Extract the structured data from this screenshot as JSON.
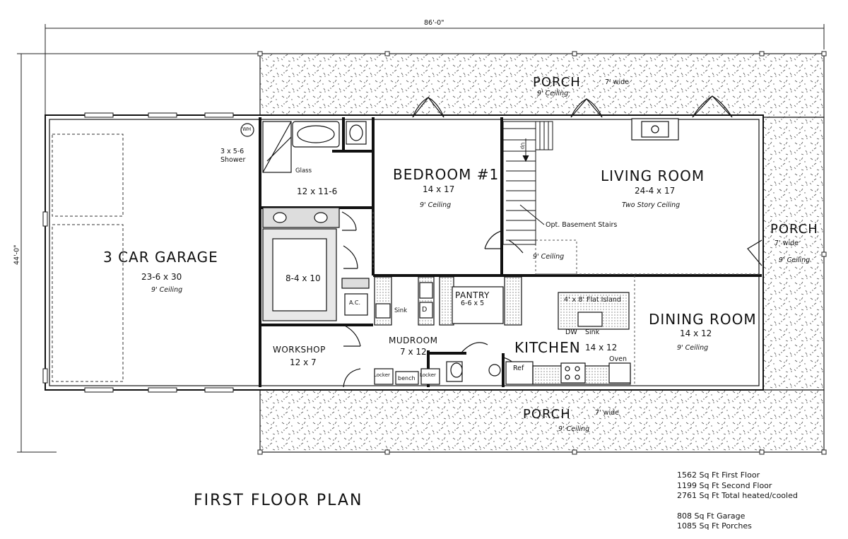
{
  "dims": {
    "width": "86'-0\"",
    "depth": "44'-0\""
  },
  "porch_top": {
    "name": "PORCH",
    "width_note": "7' wide",
    "ceiling": "9' Ceiling"
  },
  "porch_right": {
    "name": "PORCH",
    "width_note": "7' wide",
    "ceiling": "9' Ceiling"
  },
  "porch_bottom": {
    "name": "PORCH",
    "width_note": "7' wide",
    "ceiling": "9' Ceiling"
  },
  "garage": {
    "name": "3 CAR GARAGE",
    "size": "23-6 x 30",
    "ceiling": "9' Ceiling"
  },
  "water_heater": "WH",
  "shower": {
    "line1": "3 x 5-6",
    "line2": "Shower",
    "glass": "Glass"
  },
  "bath": {
    "size": "12 x 11-6"
  },
  "closet": {
    "size": "8-4 x 10"
  },
  "ac": "A.C.",
  "workshop": {
    "name": "WORKSHOP",
    "size": "12 x 7"
  },
  "bedroom": {
    "name": "BEDROOM #1",
    "size": "14 x 17",
    "ceiling": "9' Ceiling"
  },
  "living": {
    "name": "LIVING ROOM",
    "size": "24-4 x 17",
    "ceiling": "Two Story Ceiling"
  },
  "stairs": {
    "label": "Opt. Basement Stairs",
    "up": "Up",
    "ceiling": "9' Ceiling"
  },
  "mudroom": {
    "name": "MUDROOM",
    "size": "7 x 12",
    "sink": "Sink",
    "dryer": "D",
    "locker_left": "Locker",
    "bench": "bench",
    "locker_right": "Locker"
  },
  "pantry": {
    "name": "PANTRY",
    "size": "6-6 x 5"
  },
  "kitchen": {
    "name": "KITCHEN",
    "size": "14 x 12",
    "island": "4' x 8' Flat Island",
    "dw": "DW",
    "sink": "Sink",
    "ref": "Ref",
    "oven": "Oven"
  },
  "dining": {
    "name": "DINING ROOM",
    "size": "14 x 12",
    "ceiling": "9' Ceiling"
  },
  "plan_title": "FIRST FLOOR PLAN",
  "stats": {
    "first": "1562 Sq Ft First Floor",
    "second": "1199 Sq Ft Second Floor",
    "total": "2761 Sq Ft Total heated/cooled",
    "garage": "808 Sq Ft Garage",
    "porches": "1085 Sq Ft Porches"
  }
}
